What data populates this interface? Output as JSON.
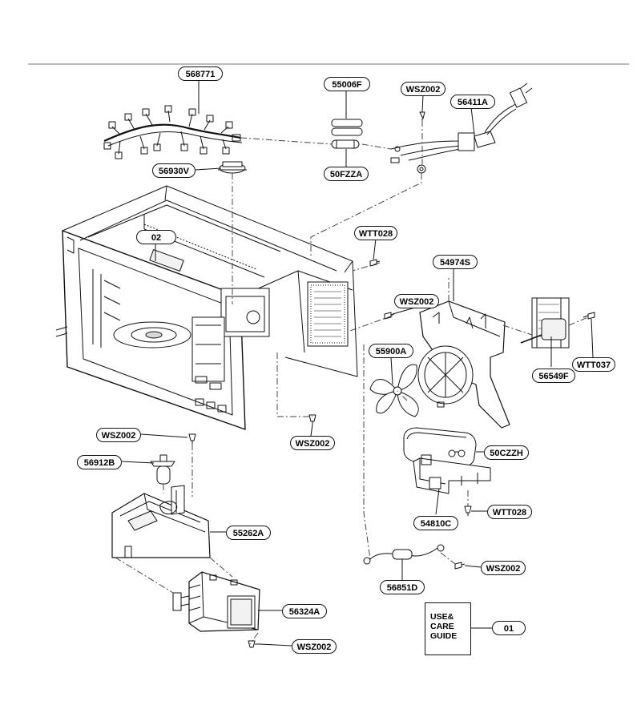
{
  "labels": {
    "harness": "568771",
    "fuse_holder": "55006F",
    "fuse": "50FZZA",
    "screw_top": "WSZ002",
    "power_cord": "56411A",
    "thermostat_top": "56930V",
    "cavity": "02",
    "screw_cavity": "WTT028",
    "fan_bracket": "54974S",
    "screw_fan": "WSZ002",
    "fan_blade": "55900A",
    "fan_motor": "56549F",
    "screw_motor": "WTT037",
    "screw_center": "WSZ002",
    "screw_left": "WSZ002",
    "thermostat_left": "56912B",
    "capacitor": "50CZZH",
    "transformer_cover": "55262A",
    "capacitor_bracket": "54810C",
    "screw_bracket": "WTT028",
    "screw_wire": "WSZ002",
    "diode_wire": "56851D",
    "magnetron": "56324A",
    "screw_magnetron": "WSZ002",
    "manual": "01",
    "manual_text_1": "USE&",
    "manual_text_2": "CARE",
    "manual_text_3": "GUIDE"
  },
  "colors": {
    "line": "#111111",
    "background": "#ffffff",
    "fill_light": "#f2f2f2",
    "fill_mid": "#d8d8d8"
  }
}
